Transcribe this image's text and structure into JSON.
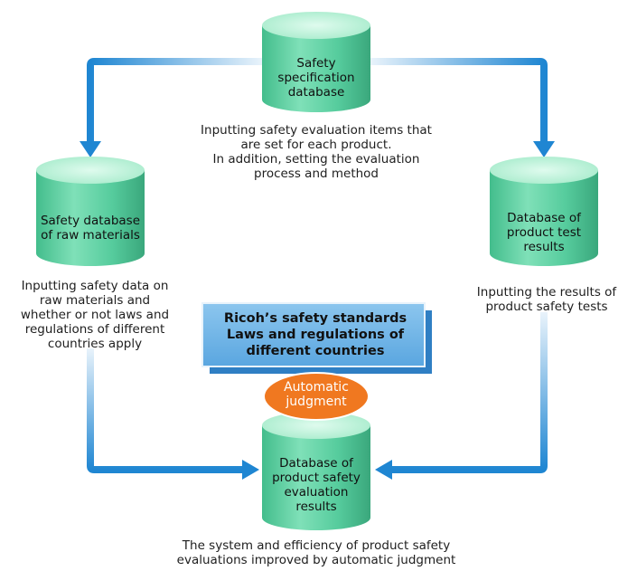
{
  "nodes": {
    "safety_spec_db": {
      "lines": [
        "Safety",
        "specification",
        "database"
      ]
    },
    "raw_materials_db": {
      "lines": [
        "Safety database",
        "of raw materials"
      ]
    },
    "product_test_db": {
      "lines": [
        "Database of",
        "product test",
        "results"
      ]
    },
    "evaluation_results_db": {
      "lines": [
        "Database of",
        "product safety",
        "evaluation",
        "results"
      ]
    }
  },
  "descriptions": {
    "spec_input": [
      "Inputting safety evaluation items that",
      "are set for each product.",
      "In addition, setting the evaluation",
      "process and method"
    ],
    "raw_input": [
      "Inputting safety data on",
      "raw materials and",
      "whether or not laws and",
      "regulations of different",
      "countries apply"
    ],
    "test_input": [
      "Inputting the results of",
      "product safety tests"
    ],
    "bottom": [
      "The system and efficiency of product safety",
      "evaluations improved by automatic judgment"
    ]
  },
  "standards_box": {
    "lines": [
      "Ricoh’s safety standards",
      "Laws and regulations of",
      "different countries"
    ]
  },
  "automatic_badge": {
    "lines": [
      "Automatic",
      "judgment"
    ]
  },
  "colors": {
    "cylinder_top": "#bff3da",
    "cylinder_body": "#55cc9c",
    "arrow": "#1f86d2",
    "box_fill": "#6fb3e6",
    "box_shadow": "#2f7fc4",
    "badge": "#f07820"
  }
}
